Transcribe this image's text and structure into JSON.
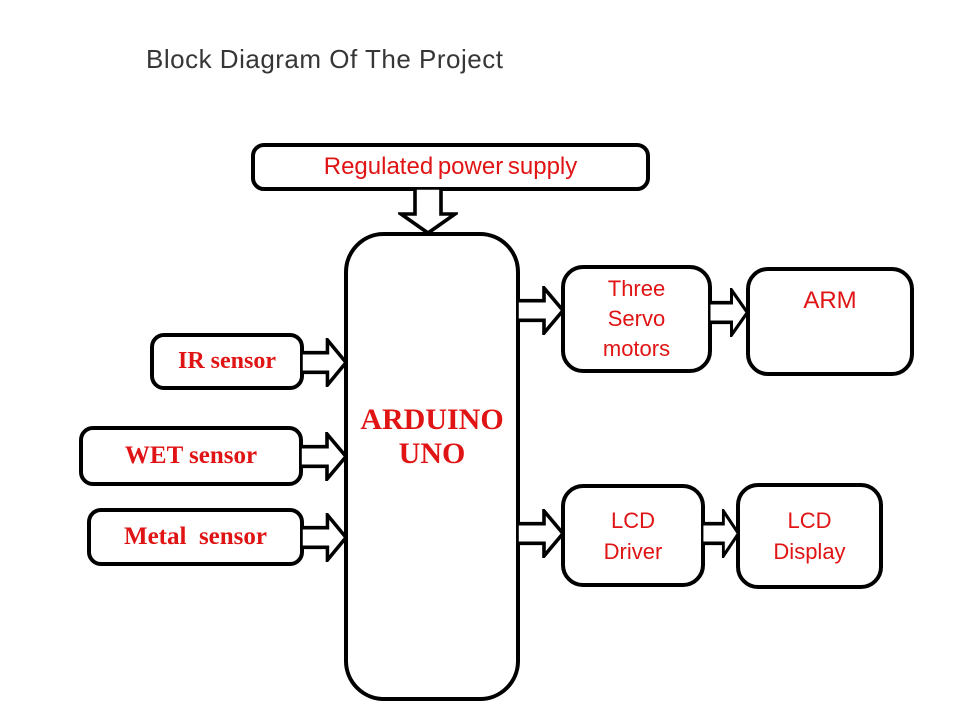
{
  "title": "Block Diagram Of The Project",
  "colors": {
    "text_red": "#e01414",
    "title_text": "#363636",
    "outline": "#000000",
    "background": "#ffffff"
  },
  "blocks": {
    "power_supply": {
      "label": "Regulated power supply"
    },
    "arduino": {
      "lines": [
        "ARDUINO",
        "UNO"
      ]
    },
    "ir_sensor": {
      "label": "IR sensor"
    },
    "wet_sensor": {
      "label": "WET sensor"
    },
    "metal_sensor": {
      "label": "Metal  sensor"
    },
    "servo_motors": {
      "lines": [
        "Three",
        "Servo",
        "motors"
      ]
    },
    "arm": {
      "label": "ARM"
    },
    "lcd_driver": {
      "lines": [
        "LCD",
        "Driver"
      ]
    },
    "lcd_display": {
      "lines": [
        "LCD",
        "Display"
      ]
    }
  },
  "connections": [
    {
      "from": "Regulated power supply",
      "to": "ARDUINO UNO"
    },
    {
      "from": "IR sensor",
      "to": "ARDUINO UNO"
    },
    {
      "from": "WET sensor",
      "to": "ARDUINO UNO"
    },
    {
      "from": "Metal sensor",
      "to": "ARDUINO UNO"
    },
    {
      "from": "ARDUINO UNO",
      "to": "Three Servo motors"
    },
    {
      "from": "Three Servo motors",
      "to": "ARM"
    },
    {
      "from": "ARDUINO UNO",
      "to": "LCD Driver"
    },
    {
      "from": "LCD Driver",
      "to": "LCD Display"
    }
  ]
}
